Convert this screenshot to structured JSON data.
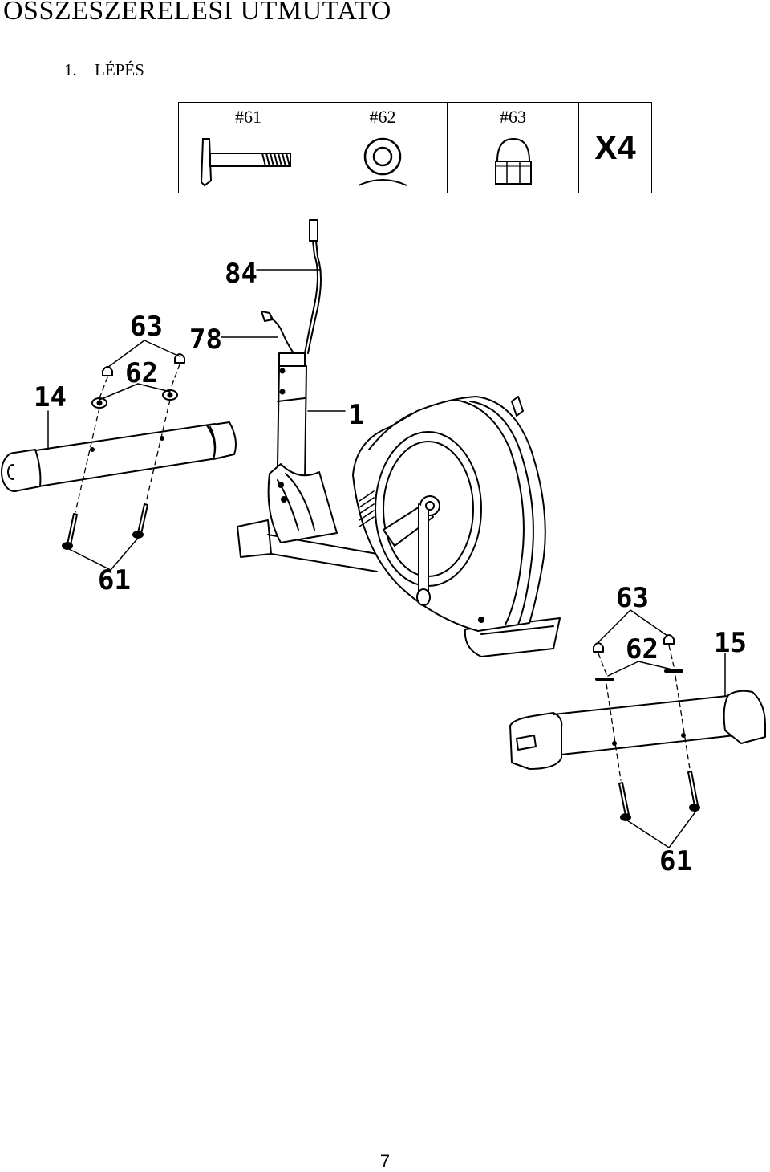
{
  "document": {
    "title": "ÖSSZESZERELÉSI ÚTMUTATÓ",
    "step_number": "1.",
    "step_label": "LÉPÉS",
    "page_number": "7"
  },
  "parts_table": {
    "headers": [
      "#61",
      "#62",
      "#63"
    ],
    "quantity": "X4",
    "icons": [
      "bolt-icon",
      "washer-icon",
      "cap-nut-icon"
    ]
  },
  "diagram": {
    "labels": {
      "cable_84": "84",
      "cable_78": "78",
      "main_frame": "1",
      "front_tube": "14",
      "rear_tube": "15",
      "nut_left": "63",
      "washer_left": "62",
      "bolt_left": "61",
      "nut_right": "63",
      "washer_right": "62",
      "bolt_right": "61"
    }
  }
}
